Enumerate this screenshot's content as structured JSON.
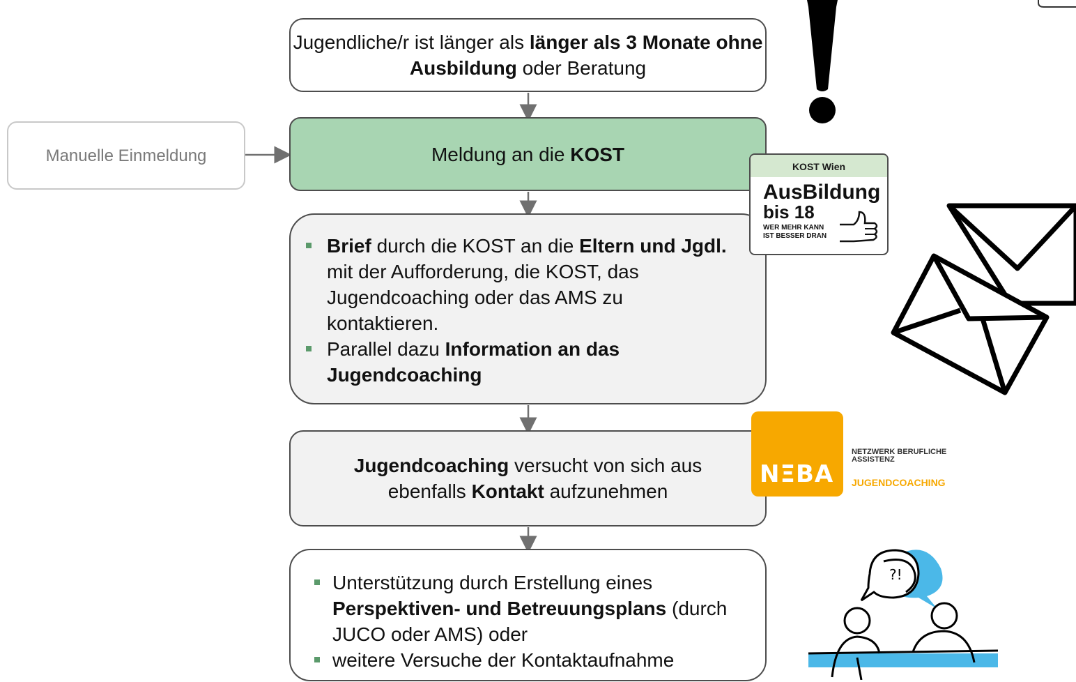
{
  "flow": {
    "step1": {
      "pre": "Jugendliche/r ist länger als ",
      "bold": "länger als 3 Monate ohne Ausbildung",
      "post": " oder Beratung"
    },
    "step2": {
      "pre": "Meldung an die ",
      "bold": "KOST"
    },
    "step3": {
      "bullet1": {
        "b1": "Brief",
        "t1": " durch die KOST an die ",
        "b2": "Eltern und Jgdl.",
        "t2": " mit der Aufforderung, die KOST, das Jugendcoaching oder das AMS zu kontaktieren."
      },
      "bullet2": {
        "t1": "Parallel dazu ",
        "b1": "Information an das Jugendcoaching"
      }
    },
    "step4": {
      "b1": "Jugendcoaching",
      "t1": " versucht von sich aus ebenfalls ",
      "b2": "Kontakt",
      "t2": " aufzunehmen"
    },
    "step5": {
      "bullet1": {
        "t1": "Unterstützung durch Erstellung eines ",
        "b1": "Perspektiven- und Betreuungsplans",
        "t2": " (durch JUCO oder AMS) oder"
      },
      "bullet2": {
        "t1": "weitere Versuche der Kontaktaufnahme"
      }
    },
    "side_input": "Manuelle Einmeldung"
  },
  "logos": {
    "kost": {
      "header": "KOST Wien",
      "line1": "AusBildung",
      "line2": "bis 18",
      "slogan1": "WER MEHR KANN",
      "slogan2": "IST BESSER DRAN"
    },
    "neba": {
      "wordmark": "NΞBA",
      "network": "NETZWERK BERUFLICHE ASSISTENZ",
      "program": "JUGENDCOACHING"
    }
  },
  "icons": [
    "exclamation-icon",
    "envelopes-icon",
    "consultation-people-icon",
    "thumbs-up-icon"
  ],
  "colors": {
    "kost_box": "#a8d5b2",
    "neba_orange": "#f7a800",
    "bullet": "#5b9a6b",
    "bubble_blue": "#4bb8e8"
  }
}
